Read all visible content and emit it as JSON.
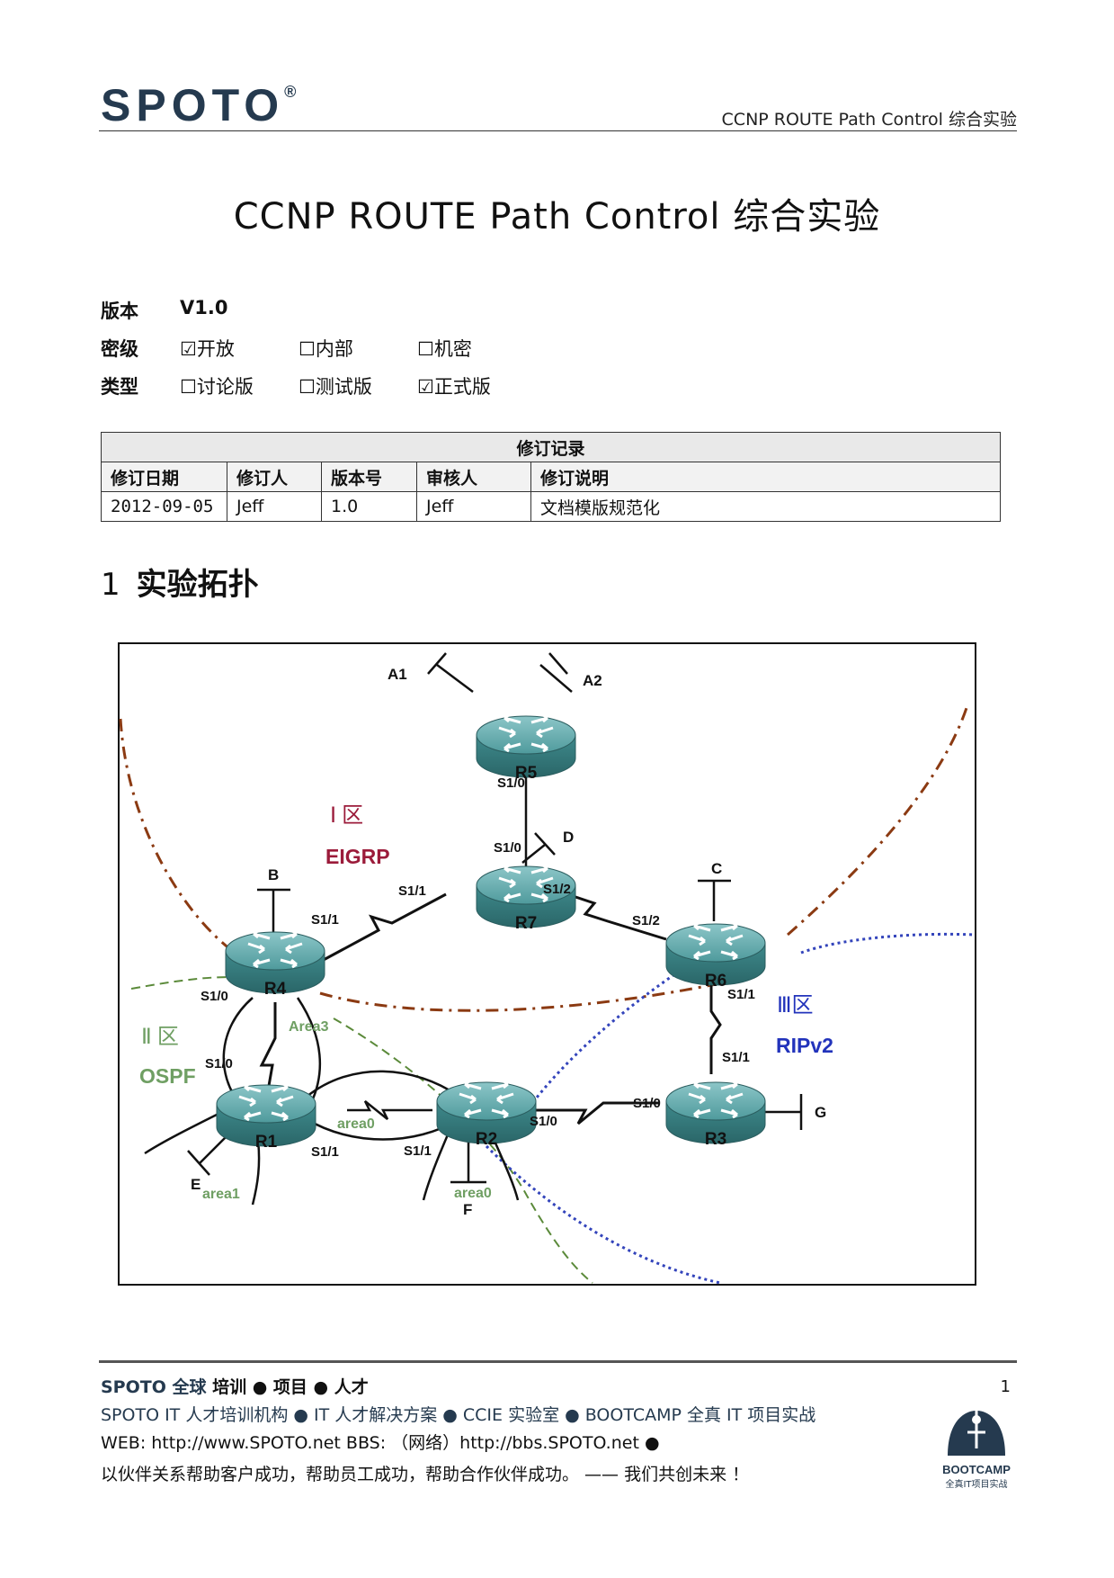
{
  "header": {
    "logo_text": "SPOTO",
    "logo_mark": "®",
    "right_title": "CCNP ROUTE Path Control 综合实验"
  },
  "title": "CCNP ROUTE Path Control 综合实验",
  "meta": {
    "version_key": "版本",
    "version_value": "V1.0",
    "secret_key": "密级",
    "secret_options": [
      "☑开放",
      "☐内部",
      "☐机密"
    ],
    "type_key": "类型",
    "type_options": [
      "☐讨论版",
      "☐测试版",
      "☑正式版"
    ]
  },
  "revision_table": {
    "caption": "修订记录",
    "headers": [
      "修订日期",
      "修订人",
      "版本号",
      "审核人",
      "修订说明"
    ],
    "rows": [
      [
        "2012-09-05",
        "Jeff",
        "1.0",
        "Jeff",
        "文档模版规范化"
      ]
    ]
  },
  "section": {
    "number": "1",
    "title": "实验拓扑"
  },
  "topology": {
    "routers": [
      "R5",
      "R7",
      "R4",
      "R6",
      "R1",
      "R2",
      "R3"
    ],
    "hosts": [
      "A1",
      "A2",
      "B",
      "C",
      "D",
      "E",
      "F",
      "G"
    ],
    "interfaces": {
      "r5_s10": "S1/0",
      "r7_s10": "S1/0",
      "r7_s11": "S1/1",
      "r7_s12": "S1/2",
      "r4_s11": "S1/1",
      "r6_s12": "S1/2",
      "r4_s10": "S1/0",
      "r1_s10": "S1/0",
      "r6_s11": "S1/1",
      "r3_s11": "S1/1",
      "r3_s10": "S1/0",
      "r2_s10": "S1/0",
      "r1_s11": "S1/1",
      "r2_s11": "S1/1"
    },
    "areas": {
      "area3": "Area3",
      "area0_link": "area0",
      "area1": "area1",
      "area0_f": "area0"
    },
    "zones": [
      {
        "zone": "Ⅰ 区",
        "protocol": "EIGRP",
        "color": "#9b1b3a"
      },
      {
        "zone": "Ⅱ 区",
        "protocol": "OSPF",
        "color": "#6f9f63"
      },
      {
        "zone": "Ⅲ区",
        "protocol": "RIPv2",
        "color": "#2233bb"
      }
    ],
    "colors": {
      "eigrp_boundary": "#8b3a12",
      "ospf_boundary": "#5b8a3a",
      "rip_boundary": "#3344bb",
      "router": "#3f8a8c"
    }
  },
  "footer": {
    "line1_brand": "SPOTO  全球",
    "line1_rest": "  培训  ●  项目  ●  人才",
    "line2": "SPOTO IT 人才培训机构   ●   IT 人才解决方案   ●   CCIE 实验室   ●   BOOTCAMP  全真 IT 项目实战",
    "line3": "WEB: http://www.SPOTO.net     BBS: （网络）http://bbs.SPOTO.net   ●",
    "line4": "以伙伴关系帮助客户成功，帮助员工成功，帮助合作伙伴成功。   ——   我们共创未来 ！",
    "page_number": "1",
    "bootcamp_title": "BOOTCAMP",
    "bootcamp_sub": "全真IT项目实战"
  }
}
